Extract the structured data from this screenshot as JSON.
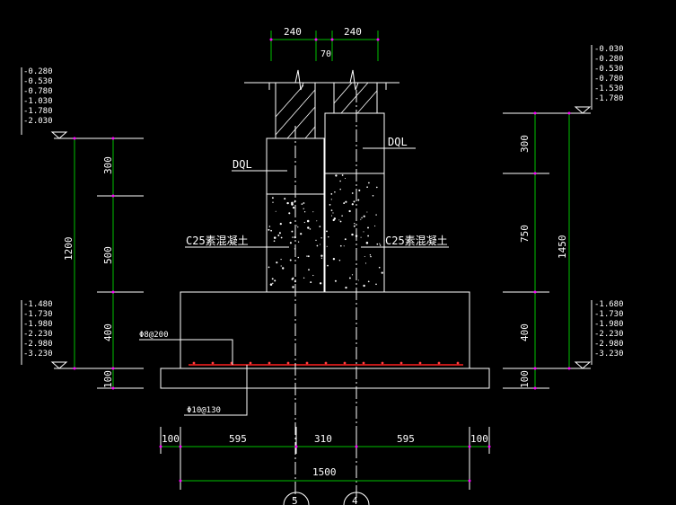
{
  "levels": {
    "left_top": [
      "-0.280",
      "-0.530",
      "-0.780",
      "-1.030",
      "-1.780",
      "-2.030"
    ],
    "left_bottom": [
      "-1.480",
      "-1.730",
      "-1.980",
      "-2.230",
      "-2.980",
      "-3.230"
    ],
    "right_top": [
      "-0.030",
      "-0.280",
      "-0.530",
      "-0.780",
      "-1.530",
      "-1.780"
    ],
    "right_bottom": [
      "-1.680",
      "-1.730",
      "-1.980",
      "-2.230",
      "-2.980",
      "-3.230"
    ]
  },
  "dims": {
    "wall_left": "240",
    "wall_right": "240",
    "gap": "70",
    "left_300": "300",
    "left_500": "500",
    "left_400": "400",
    "left_100": "100",
    "left_total": "1200",
    "right_300": "300",
    "right_750": "750",
    "right_400": "400",
    "right_100": "100",
    "right_total": "1450",
    "b_100_left": "100",
    "b_595_left": "595",
    "b_310": "310",
    "b_595_right": "595",
    "b_100_right": "100",
    "b_total": "1500"
  },
  "labels": {
    "dql_left": "DQL",
    "dql_right": "DQL",
    "concrete_left": "C25素混凝土",
    "concrete_right": "C25素混凝土",
    "rebar_top": "Φ8@200",
    "rebar_bottom": "Φ10@130",
    "axis_left": "5",
    "axis_right": "4"
  }
}
